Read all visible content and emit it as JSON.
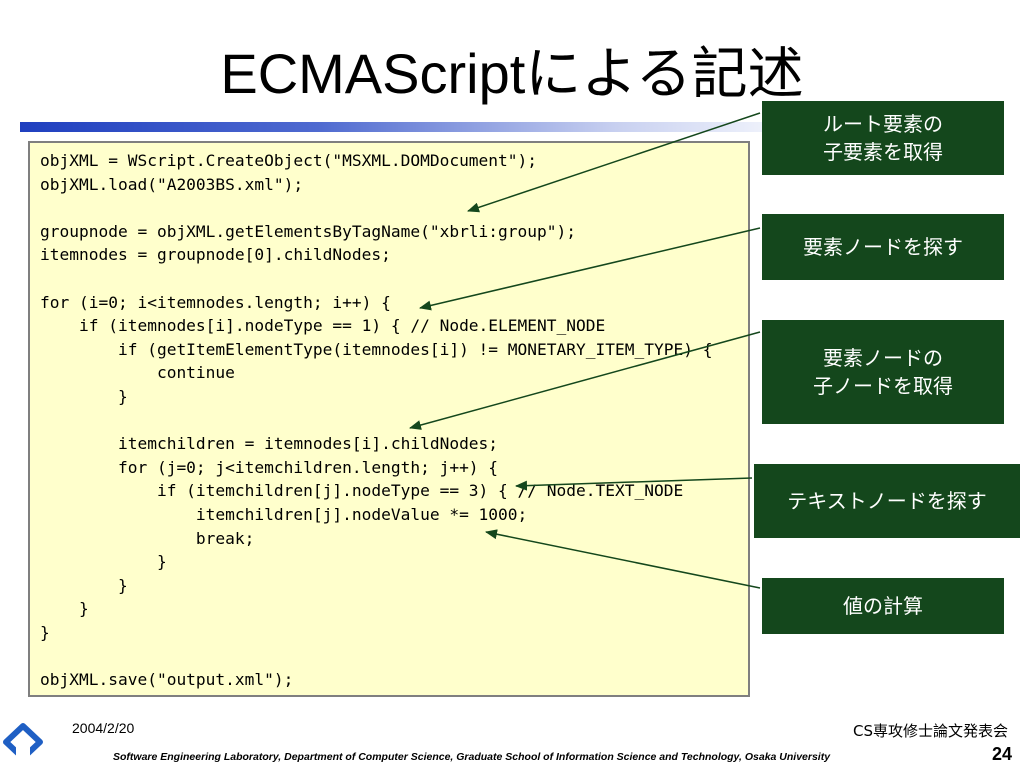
{
  "slide": {
    "title": "ECMAScriptによる記述",
    "date": "2004/2/20",
    "event": "CS専攻修士論文発表会",
    "footer": "Software Engineering Laboratory,  Department of Computer Science,  Graduate School of Information Science and Technology,  Osaka University",
    "page_number": "24"
  },
  "code_lines": [
    "objXML = WScript.CreateObject(\"MSXML.DOMDocument\");",
    "objXML.load(\"A2003BS.xml\");",
    "",
    "groupnode = objXML.getElementsByTagName(\"xbrli:group\");",
    "itemnodes = groupnode[0].childNodes;",
    "",
    "for (i=0; i<itemnodes.length; i++) {",
    "    if (itemnodes[i].nodeType == 1) { // Node.ELEMENT_NODE",
    "        if (getItemElementType(itemnodes[i]) != MONETARY_ITEM_TYPE) {",
    "            continue",
    "        }",
    "",
    "        itemchildren = itemnodes[i].childNodes;",
    "        for (j=0; j<itemchildren.length; j++) {",
    "            if (itemchildren[j].nodeType == 3) { // Node.TEXT_NODE",
    "                itemchildren[j].nodeValue *= 1000;",
    "                break;",
    "            }",
    "        }",
    "    }",
    "}",
    "",
    "objXML.save(\"output.xml\");"
  ],
  "callouts": {
    "root_children": [
      "ルート要素の",
      "子要素を取得"
    ],
    "find_element": [
      "要素ノードを探す"
    ],
    "element_children": [
      "要素ノードの",
      "子ノードを取得"
    ],
    "find_text": [
      "テキストノードを探す"
    ],
    "compute_value": [
      "値の計算"
    ]
  },
  "colors": {
    "callout_bg": "#14471c",
    "code_bg": "#ffffcc",
    "arrow": "#14471c",
    "title_bar": "#1f3fbf"
  }
}
